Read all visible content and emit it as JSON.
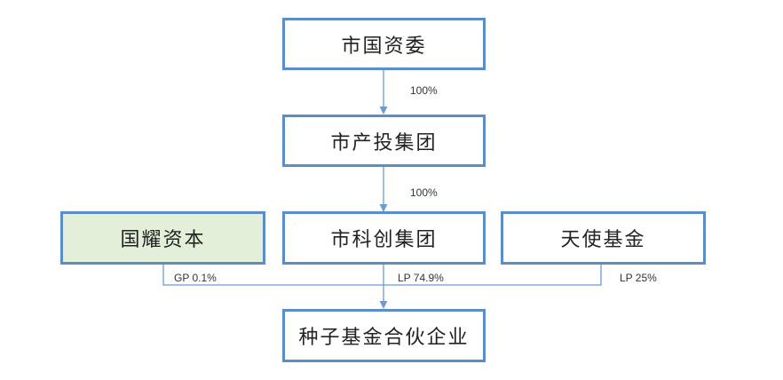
{
  "nodes": {
    "city_sasac": "市国资委",
    "city_property_group": "市产投集团",
    "guoyao_capital": "国耀资本",
    "city_tech_group": "市科创集团",
    "angel_fund": "天使基金",
    "seed_fund_partnership": "种子基金合伙企业"
  },
  "edges": {
    "sasac_to_property": "100%",
    "property_to_tech": "100%",
    "guoyao_to_seed": "GP 0.1%",
    "tech_to_seed": "LP 74.9%",
    "angel_to_seed": "LP 25%"
  },
  "colors": {
    "border": "#5b8ec9",
    "line": "#6b9bd2",
    "highlight_fill": "#e3efd9",
    "text": "#222222"
  }
}
